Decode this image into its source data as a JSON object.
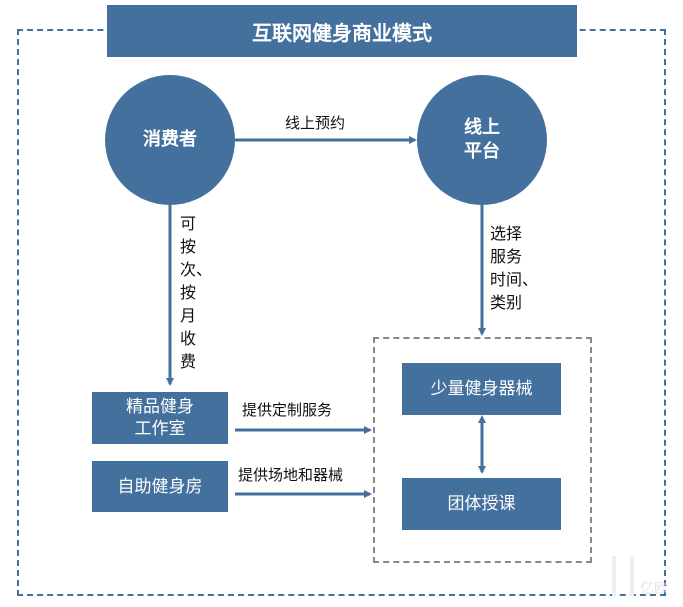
{
  "title": "互联网健身商业模式",
  "nodes": {
    "consumer": "消费者",
    "platform": "线上\n平台",
    "studio": "精品健身\n工作室",
    "selfgym": "自助健身房",
    "equipment": "少量健身器械",
    "group_class": "团体授课"
  },
  "edges": {
    "online_booking": "线上预约",
    "pay_options": "可按次、按月收费",
    "choose_service": "选择\n服务\n时间、\n类别",
    "custom_service": "提供定制服务",
    "venue_equipment": "提供场地和器械"
  },
  "watermark": "亿欧",
  "colors": {
    "primary": "#44709e",
    "dashed_gray": "#888888"
  }
}
